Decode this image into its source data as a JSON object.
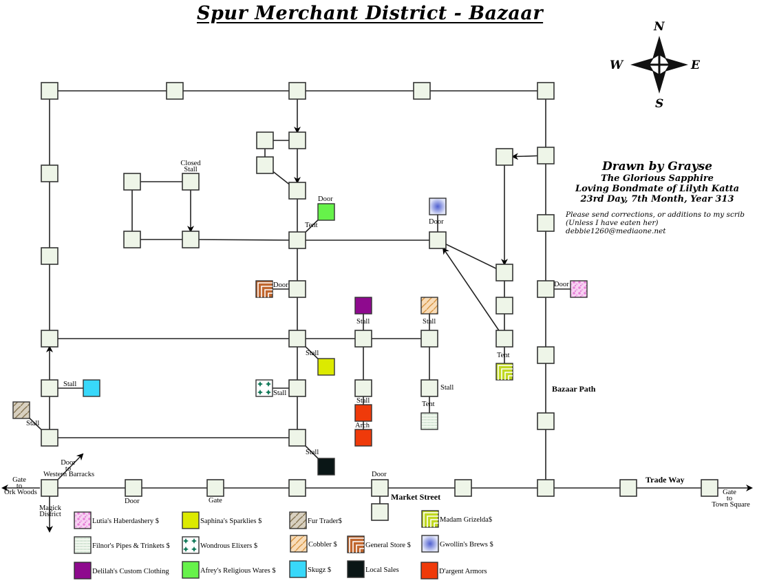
{
  "title": "Spur Merchant District - Bazaar",
  "compass": {
    "north": "N",
    "south": "S",
    "west": "W",
    "east": "E"
  },
  "credit": {
    "line1": "Drawn by Grayse",
    "line2": "The Glorious Sapphire",
    "line3": "Loving Bondmate of Lilyth Katta",
    "line4": "23rd Day, 7th Month, Year 313"
  },
  "note": {
    "line1": "Please send corrections, or additions to my scrib",
    "line2": "(Unless I have eaten her)",
    "line3": "debbie1260@mediaone.net"
  },
  "colors": {
    "node_fill": "#eef5e8",
    "stroke": "#222222",
    "lutia": "#f0a8e8",
    "filnor": "#e8f3e6",
    "delilah": "#8e0a8e",
    "saphina": "#dcea00",
    "wondrous": "#ffffff",
    "afrey": "#66f24a",
    "fur": "#c9bfa8",
    "cobbler": "#f0c898",
    "skugz": "#38d8fa",
    "general": "#c0662e",
    "local": "#0a1616",
    "grizelda": "#c0d820",
    "gwollin": "#9fa8e8",
    "dargent": "#ef3a0a"
  },
  "streets": {
    "bazaar_path": "Bazaar Path",
    "trade_way": "Trade Way",
    "market_street": "Market Street"
  },
  "exits": {
    "west_gate": [
      "Gate",
      "to",
      "Ork Woods"
    ],
    "barracks": [
      "Door",
      "to",
      "Western Barracks"
    ],
    "magick": [
      "Magick",
      "District"
    ],
    "town_square": [
      "Gate",
      "to",
      "Town Square"
    ]
  },
  "labels": {
    "closed_stall": [
      "Closed",
      "Stall"
    ],
    "door_afrey": "Door",
    "tent_afrey": "Tent",
    "door_gwollin": "Door",
    "door_general": "Door",
    "door_lutia": "Door",
    "stall_delilah": "Stall",
    "stall_cobbler": "Stall",
    "stall_saphina": "Stall",
    "tent_grizelda": "Tent",
    "stall_skugz": "Stall",
    "stall_wondrous": "Stall",
    "stall_fur": "Stall",
    "stall_dargent": "Stall",
    "arch": "Arch",
    "stall_right": "Stall",
    "tent_filnor": "Tent",
    "stall_local": "Stall",
    "door_market": "Door",
    "door_south": "Door",
    "gate_south": "Gate"
  },
  "legend": [
    {
      "id": "lutia",
      "label": "Lutia's Haberdashery $"
    },
    {
      "id": "saphina",
      "label": "Saphina's Sparklies $"
    },
    {
      "id": "fur",
      "label": "Fur Trader$"
    },
    {
      "id": "grizelda",
      "label": "Madam Grizelda$"
    },
    {
      "id": "filnor",
      "label": "Filnor's Pipes & Trinkets $"
    },
    {
      "id": "wondrous",
      "label": "Wondrous Elixers $"
    },
    {
      "id": "cobbler",
      "label": "Cobbler $"
    },
    {
      "id": "general",
      "label": "General Store $"
    },
    {
      "id": "gwollin",
      "label": "Gwollin's Brews $"
    },
    {
      "id": "delilah",
      "label": "Delilah's Custom Clothing"
    },
    {
      "id": "afrey",
      "label": "Afrey's Religious Wares $"
    },
    {
      "id": "skugz",
      "label": "Skugz $"
    },
    {
      "id": "local",
      "label": "Local Sales"
    },
    {
      "id": "dargent",
      "label": "D'argent Armors"
    }
  ]
}
